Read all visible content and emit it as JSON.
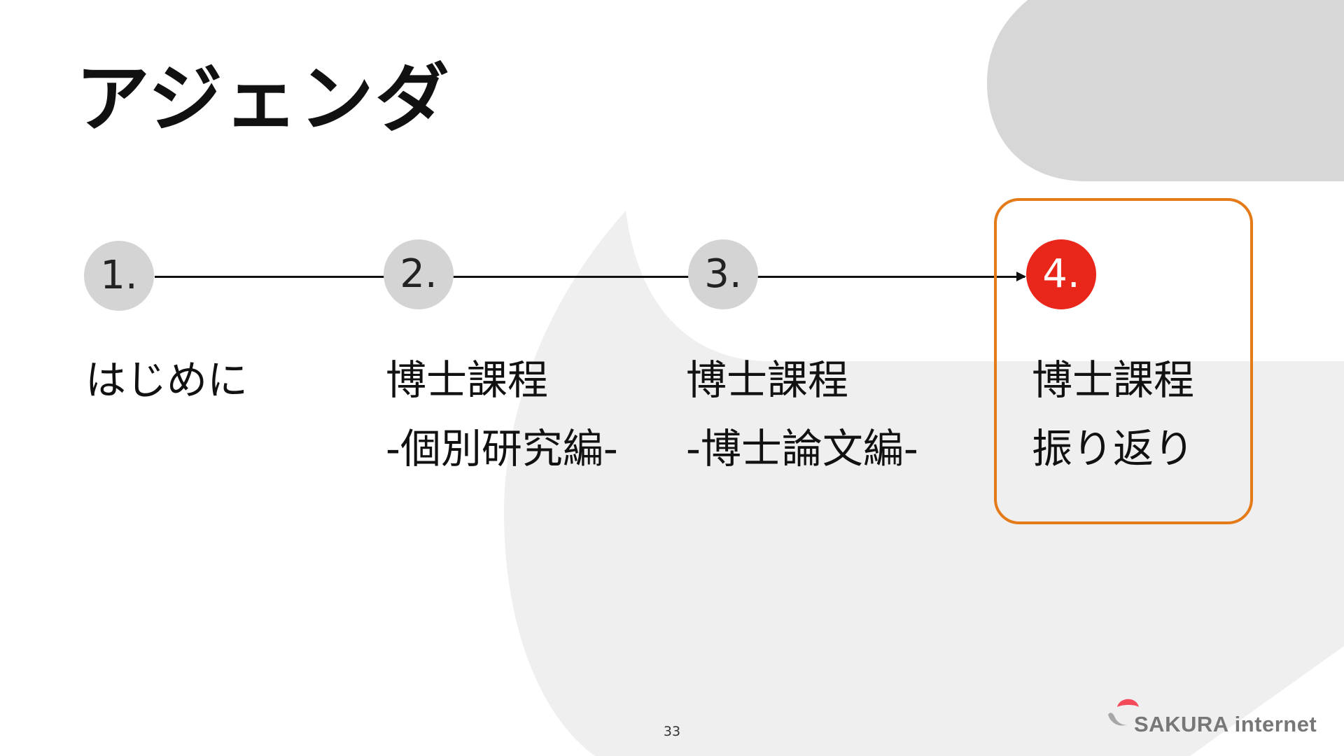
{
  "slide": {
    "title": "アジェンダ",
    "page_number": "33"
  },
  "steps": [
    {
      "number": "1.",
      "lines": [
        "はじめに"
      ],
      "active": false
    },
    {
      "number": "2.",
      "lines": [
        "博士課程",
        "-個別研究編-"
      ],
      "active": false
    },
    {
      "number": "3.",
      "lines": [
        "博士課程",
        "-博士論文編-"
      ],
      "active": false
    },
    {
      "number": "4.",
      "lines": [
        "博士課程",
        "振り返り"
      ],
      "active": true
    }
  ],
  "brand": {
    "name": "SAKURA internet",
    "mark_icon": "sakura-logo-icon"
  },
  "colors": {
    "background": "#ffffff",
    "text": "#111111",
    "inactive_circle": "#d4d4d4",
    "active_circle": "#e8261a",
    "highlight_border": "#e57a18",
    "decoration_light": "#efefef",
    "decoration_mid": "#d7d7d7"
  }
}
